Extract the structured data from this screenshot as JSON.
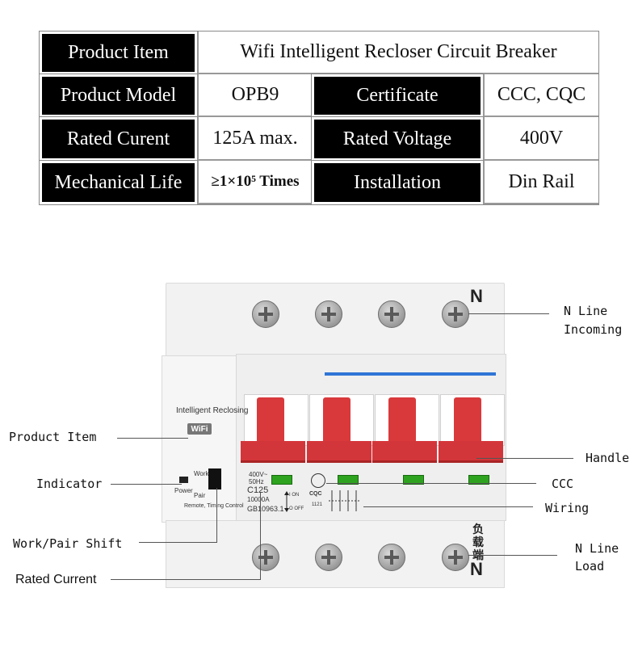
{
  "spec_table": {
    "row1": {
      "label": "Product Item",
      "value": "Wifi Intelligent Recloser Circuit Breaker"
    },
    "row2": {
      "label": "Product Model",
      "value": "OPB9",
      "label2": "Certificate",
      "value2": "CCC, CQC"
    },
    "row3": {
      "label": "Rated Curent",
      "value": "125A max.",
      "label2": "Rated Voltage",
      "value2": "400V"
    },
    "row4": {
      "label": "Mechanical Life",
      "value": "≥1×10⁵ Times",
      "label2": "Installation",
      "value2": "Din Rail"
    }
  },
  "callouts": {
    "n_line_incoming_1": "N Line",
    "n_line_incoming_2": "Incoming",
    "product_item": "Product Item",
    "handle": "Handle",
    "indicator": "Indicator",
    "ccc": "CCC",
    "wiring": "Wiring",
    "work_pair_shift": "Work/Pair Shift",
    "n_line_load_1": "N Line",
    "n_line_load_2": "Load",
    "rated_current": "Rated Current"
  },
  "device": {
    "neutral_top": "N",
    "neutral_bottom": "N",
    "brand_label": "Intelligent Reclosing",
    "wifi_badge": "WiFi",
    "power_label": "Power",
    "work_label": "Work",
    "pair_label": "Pair",
    "remote_label": "Remote, Timing Control",
    "voltage_label": "400V~",
    "freq_label": "50Hz",
    "rating_label": "C125",
    "breaking_label": "10000A",
    "standard_label": "GB10963.1",
    "on_label": "I ON",
    "off_label": "O OFF",
    "cqc_label": "CQC",
    "cert_code": "1121",
    "load_chars": "负载端",
    "colors": {
      "handle_red": "#d9393b",
      "indicator_green": "#2ea31f",
      "accent_blue": "#2f75d6"
    }
  }
}
